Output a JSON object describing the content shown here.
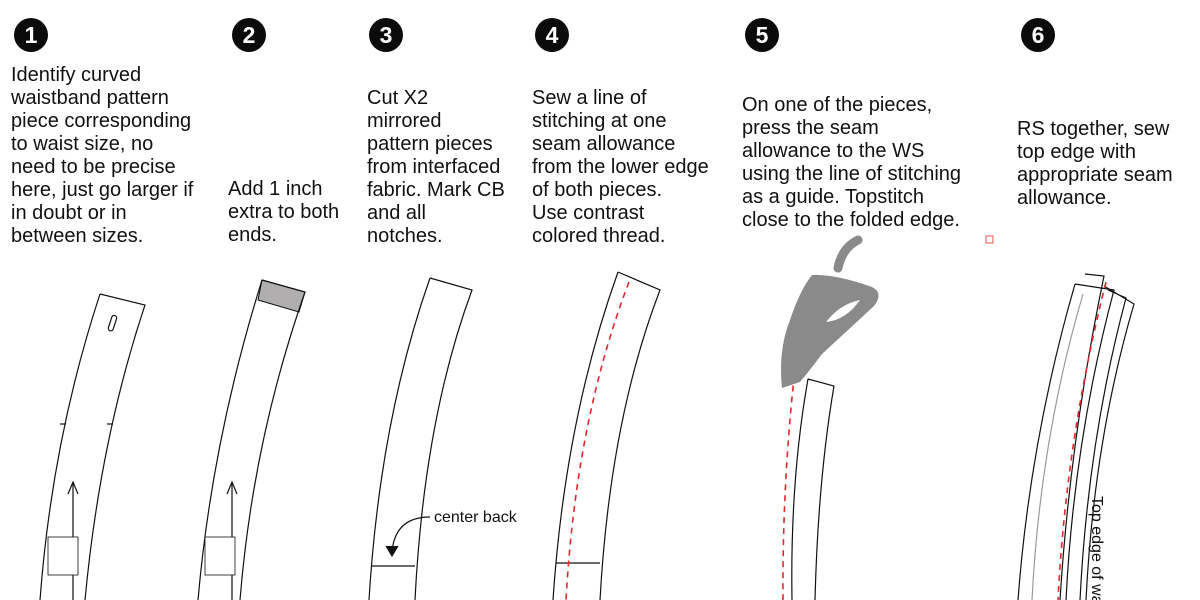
{
  "steps": [
    {
      "number": "1",
      "text": "Identify curved\nwaistband pattern\npiece corresponding\nto waist size, no\nneed to be precise\nhere, just go larger if\nin doubt or in\nbetween sizes."
    },
    {
      "number": "2",
      "text": "Add 1 inch\nextra to both\nends."
    },
    {
      "number": "3",
      "text": "Cut X2\nmirrored\npattern pieces\nfrom interfaced\nfabric. Mark CB\nand all\nnotches."
    },
    {
      "number": "4",
      "text": "Sew a line of\nstitching at one\nseam allowance\nfrom the lower edge\nof both pieces.\nUse contrast\ncolored thread."
    },
    {
      "number": "5",
      "text": "On one of the pieces,\npress the seam\nallowance to the WS\nusing the line of stitching\nas a guide. Topstitch\nclose to the folded edge."
    },
    {
      "number": "6",
      "text": "RS together, sew\ntop edge with\nappropriate seam\nallowance."
    }
  ],
  "labels": {
    "center_back": "center back",
    "top_edge": "Top edge of wai"
  },
  "colors": {
    "stitch": "#e0282e",
    "iron": "#8a8a8a",
    "extension": "#b0aeae",
    "outline": "#111111"
  }
}
